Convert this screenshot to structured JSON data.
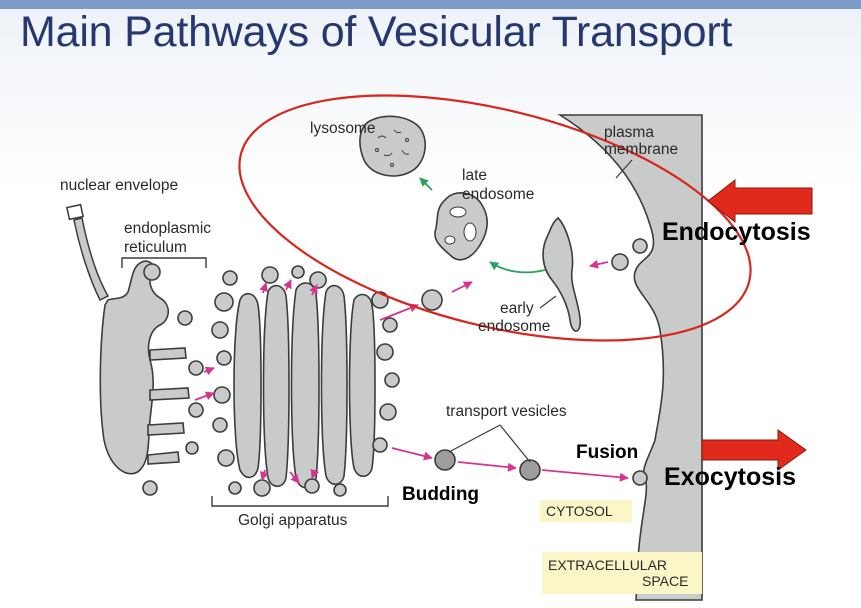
{
  "slide": {
    "title": "Main Pathways of Vesicular Transport"
  },
  "labels": {
    "nuclear_envelope": "nuclear envelope",
    "endoplasmic_line1": "endoplasmic",
    "endoplasmic_line2": "reticulum",
    "lysosome": "lysosome",
    "late_endosome_line1": "late",
    "late_endosome_line2": "endosome",
    "early_endosome_line1": "early",
    "early_endosome_line2": "endosome",
    "plasma_membrane_line1": "plasma",
    "plasma_membrane_line2": "membrane",
    "transport_vesicles": "transport vesicles",
    "golgi_apparatus": "Golgi apparatus",
    "cytosol": "CYTOSOL",
    "extracellular_line1": "EXTRACELLULAR",
    "extracellular_line2": "SPACE"
  },
  "annotations": {
    "endocytosis": "Endocytosis",
    "exocytosis": "Exocytosis",
    "budding": "Budding",
    "fusion": "Fusion"
  },
  "colors": {
    "title": "#263870",
    "membrane": "#c9cbca",
    "membrane_stroke": "#3c3c3c",
    "arrow_magenta": "#d6348f",
    "arrow_green": "#2aa35a",
    "callout_red": "#e12a1c",
    "ellipse_red": "#d9261c",
    "label_box_yellow": "#fbf6c8"
  }
}
